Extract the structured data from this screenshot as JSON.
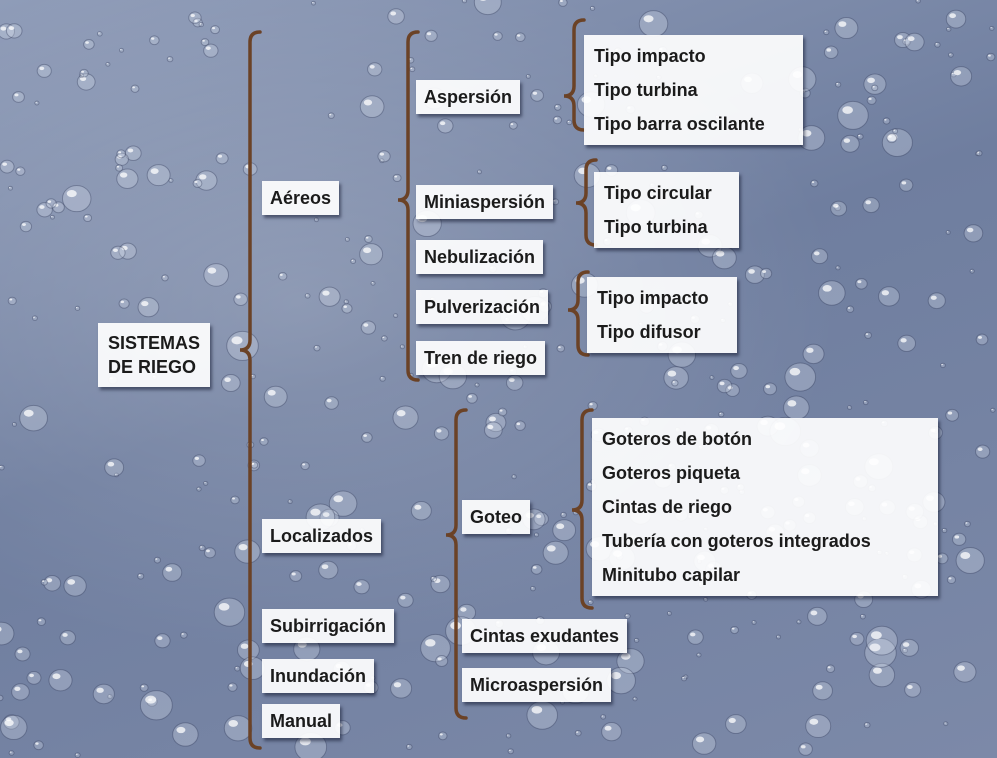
{
  "root": {
    "line1": "SISTEMAS",
    "line2": "DE RIEGO"
  },
  "categories": {
    "aereos": "Aéreos",
    "localizados": "Localizados",
    "subirrigacion": "Subirrigación",
    "inundacion": "Inundación",
    "manual": "Manual"
  },
  "aereos_types": {
    "aspersion": "Aspersión",
    "miniaspersion": "Miniaspersión",
    "nebulizacion": "Nebulización",
    "pulverizacion": "Pulverización",
    "tren": "Tren de riego"
  },
  "aspersion_types": [
    "Tipo impacto",
    "Tipo turbina",
    "Tipo barra oscilante"
  ],
  "miniaspersion_types": [
    "Tipo circular",
    "Tipo turbina"
  ],
  "pulverizacion_types": [
    "Tipo impacto",
    "Tipo difusor"
  ],
  "localizados_types": {
    "goteo": "Goteo",
    "cintas_exudantes": "Cintas exudantes",
    "microaspersion": "Microaspersión"
  },
  "goteo_types": [
    "Goteros de botón",
    "Goteros piqueta",
    "Cintas de riego",
    "Tubería con goteros integrados",
    "Minitubo capilar"
  ],
  "colors": {
    "brace": "#6b4226",
    "background": "#7c89a8",
    "box": "#ffffff"
  }
}
